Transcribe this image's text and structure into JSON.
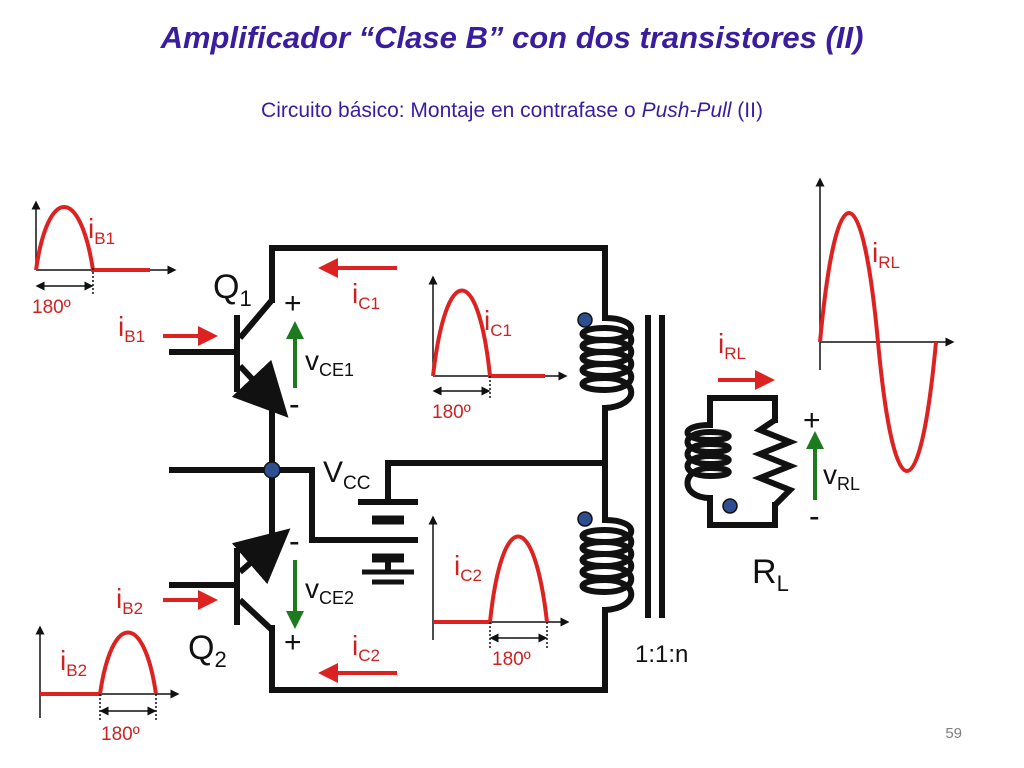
{
  "slide": {
    "title": "Amplificador “Clase B” con dos transistores (II)",
    "subtitle_prefix": "Circuito básico: Montaje en contrafase o ",
    "subtitle_italic": "Push-Pull",
    "subtitle_suffix": " (II)",
    "page_number": "59"
  },
  "labels": {
    "q1": {
      "main": "Q",
      "sub": "1"
    },
    "q2": {
      "main": "Q",
      "sub": "2"
    },
    "rl": {
      "main": "R",
      "sub": "L"
    },
    "vcc": {
      "main": "V",
      "sub": "CC"
    },
    "ib1": {
      "main": "i",
      "sub": "B1"
    },
    "ib2": {
      "main": "i",
      "sub": "B2"
    },
    "ic1": {
      "main": "i",
      "sub": "C1"
    },
    "ic2": {
      "main": "i",
      "sub": "C2"
    },
    "irl": {
      "main": "i",
      "sub": "RL"
    },
    "vce1": {
      "main": "v",
      "sub": "CE1"
    },
    "vce2": {
      "main": "v",
      "sub": "CE2"
    },
    "vrl": {
      "main": "v",
      "sub": "RL"
    },
    "plus": "+",
    "minus": "-",
    "ratio": "1:1:n",
    "conduction_angle": "180º"
  },
  "colors": {
    "title": "#3a1d9e",
    "wire": "#111111",
    "waveform": "#dd2222",
    "voltage_arrow": "#1e7a1e",
    "node_dot": "#2e4f8f"
  }
}
